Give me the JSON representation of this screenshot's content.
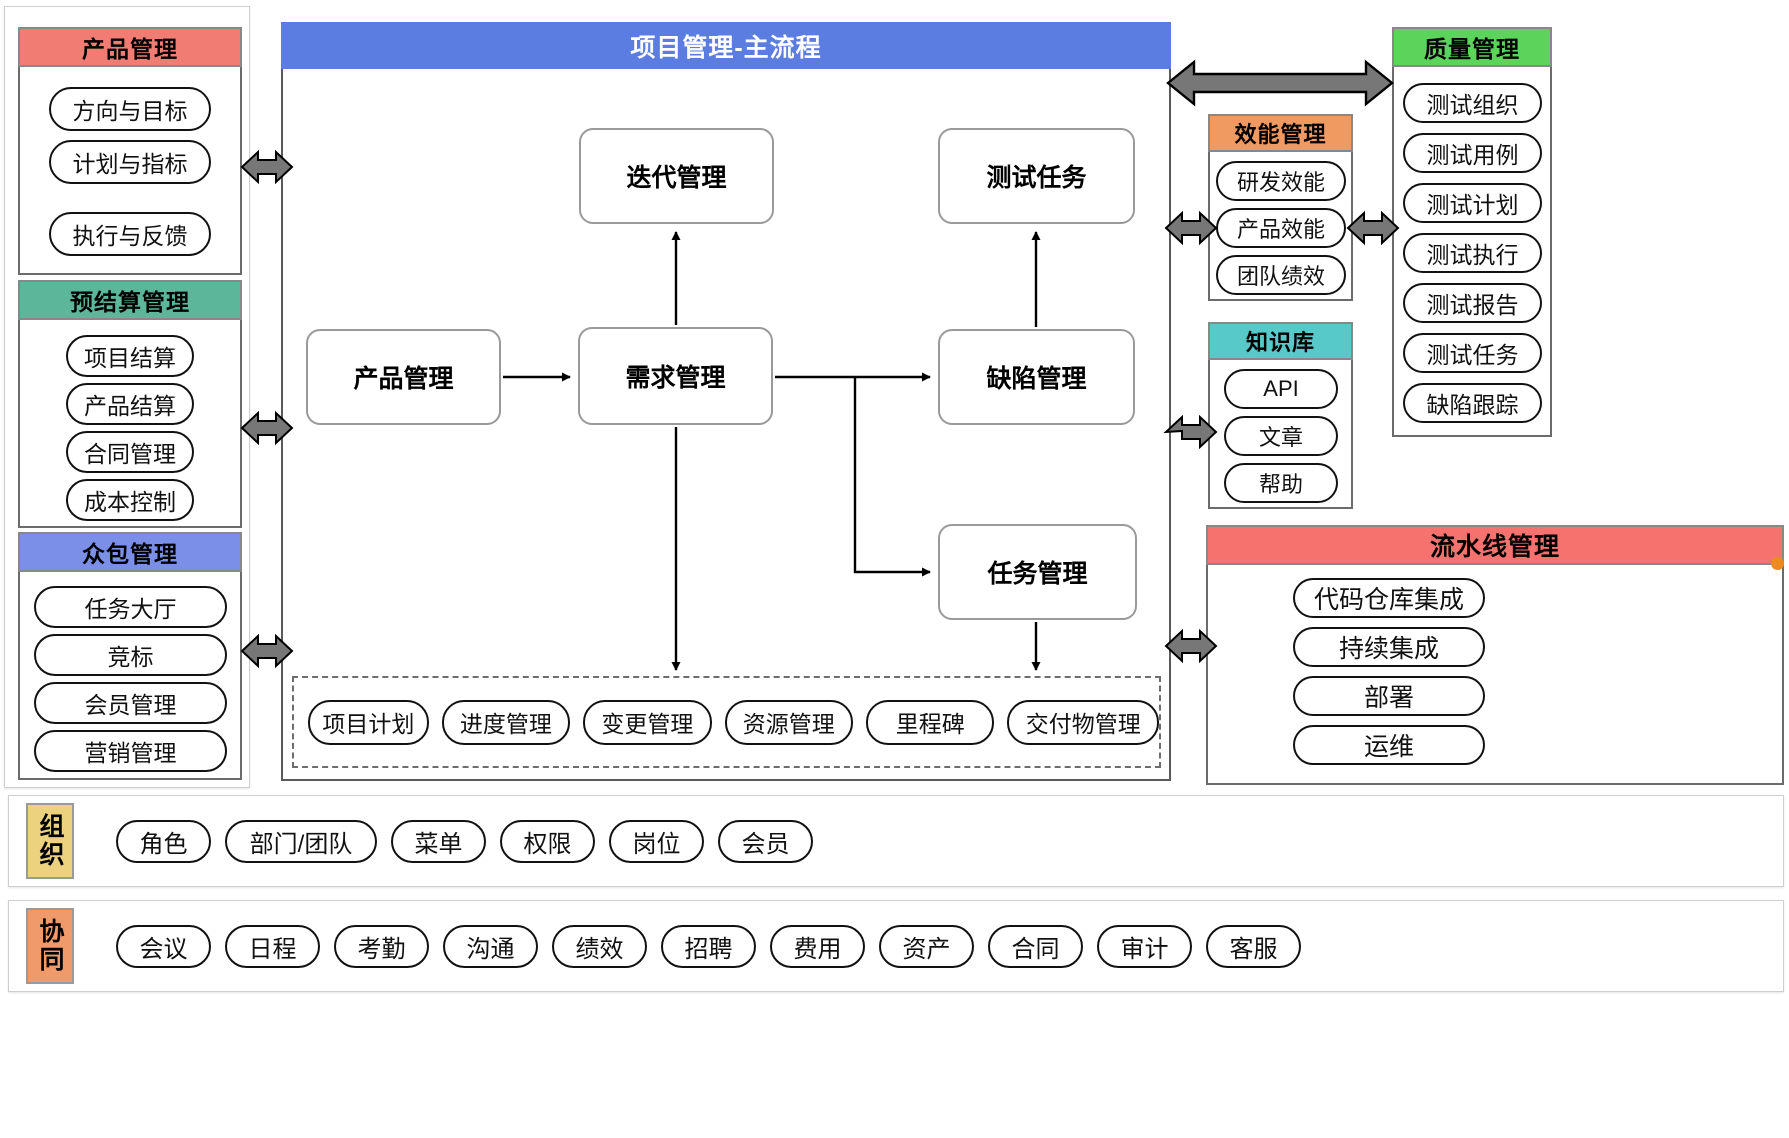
{
  "diagram": {
    "title": "项目管理-主流程",
    "colors": {
      "product": "#f07c73",
      "budget": "#5cb79a",
      "crowd": "#7b8fe8",
      "efficiency": "#f09a62",
      "knowledge": "#57c9c9",
      "pipeline": "#f6726f",
      "quality": "#5cd45c",
      "org": "#ecd27e",
      "collab": "#f0996a",
      "main_header": "#5b7ce0",
      "arrow": "#666666",
      "dot": "#ed8b1f"
    }
  },
  "left_panels": [
    {
      "title": "产品管理",
      "color": "#f07c73",
      "items": [
        "方向与目标",
        "计划与指标",
        "执行与反馈"
      ]
    },
    {
      "title": "预结算管理",
      "color": "#5cb79a",
      "items": [
        "项目结算",
        "产品结算",
        "合同管理",
        "成本控制"
      ]
    },
    {
      "title": "众包管理",
      "color": "#7b8fe8",
      "items": [
        "任务大厅",
        "竞标",
        "会员管理",
        "营销管理"
      ]
    }
  ],
  "main_flow": {
    "title": "项目管理-主流程",
    "nodes": [
      {
        "id": "iteration",
        "label": "迭代管理"
      },
      {
        "id": "test-task",
        "label": "测试任务"
      },
      {
        "id": "product",
        "label": "产品管理"
      },
      {
        "id": "requirement",
        "label": "需求管理"
      },
      {
        "id": "defect",
        "label": "缺陷管理"
      },
      {
        "id": "task",
        "label": "任务管理"
      }
    ],
    "edges": [
      {
        "from": "产品管理",
        "to": "需求管理"
      },
      {
        "from": "需求管理",
        "to": "迭代管理"
      },
      {
        "from": "需求管理",
        "to": "缺陷管理"
      },
      {
        "from": "需求管理",
        "to": "任务管理"
      },
      {
        "from": "缺陷管理",
        "to": "测试任务"
      },
      {
        "from": "需求管理",
        "to": "项目执行区"
      },
      {
        "from": "任务管理",
        "to": "项目执行区"
      }
    ],
    "sub_items": [
      "项目计划",
      "进度管理",
      "变更管理",
      "资源管理",
      "里程碑",
      "交付物管理"
    ]
  },
  "right_panels": [
    {
      "title": "效能管理",
      "color": "#f09a62",
      "items": [
        "研发效能",
        "产品效能",
        "团队绩效"
      ]
    },
    {
      "title": "知识库",
      "color": "#57c9c9",
      "items": [
        "API",
        "文章",
        "帮助"
      ]
    },
    {
      "title": "流水线管理",
      "color": "#f6726f",
      "items": [
        "代码仓库集成",
        "持续集成",
        "部署",
        "运维"
      ]
    }
  ],
  "quality_panel": {
    "title": "质量管理",
    "color": "#5cd45c",
    "items": [
      "测试组织",
      "测试用例",
      "测试计划",
      "测试执行",
      "测试报告",
      "测试任务",
      "缺陷跟踪"
    ]
  },
  "bottom_rows": [
    {
      "title": "组织",
      "color": "#ecd27e",
      "items": [
        "角色",
        "部门/团队",
        "菜单",
        "权限",
        "岗位",
        "会员"
      ]
    },
    {
      "title": "协同",
      "color": "#f0996a",
      "items": [
        "会议",
        "日程",
        "考勤",
        "沟通",
        "绩效",
        "招聘",
        "费用",
        "资产",
        "合同",
        "审计",
        "客服"
      ]
    }
  ]
}
